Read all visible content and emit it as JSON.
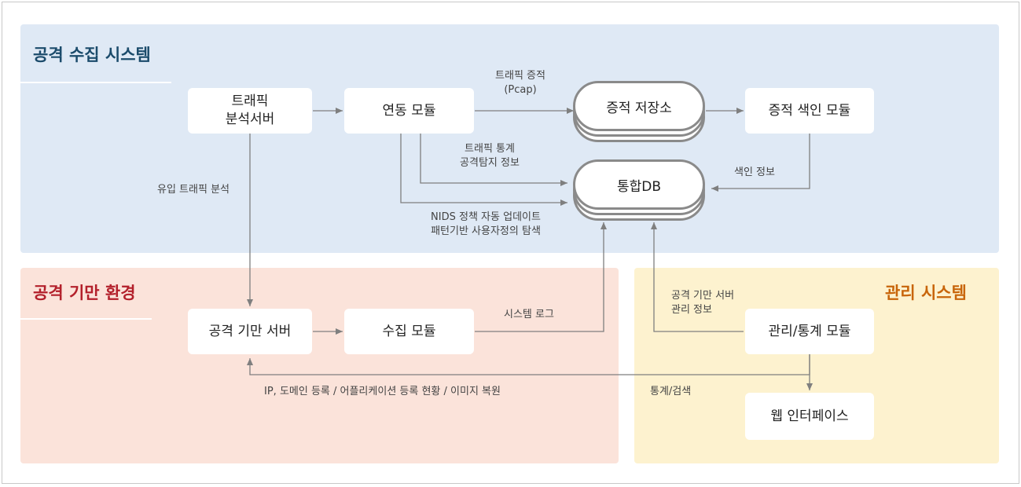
{
  "regions": {
    "collect": "공격 수집 시스템",
    "infra": "공격 기만 환경",
    "manage": "관리 시스템"
  },
  "nodes": {
    "traffic_server": "트래픽\n분석서버",
    "link_module": "연동 모듈",
    "evidence_store": "증적 저장소",
    "evidence_index": "증적 색인 모듈",
    "integrated_db": "통합DB",
    "decoy_server": "공격 기만 서버",
    "collect_module": "수집 모듈",
    "mgmt_module": "관리/통계 모듈",
    "web_ui": "웹 인터페이스"
  },
  "edges": {
    "traffic_evidence": "트래픽 증적\n(Pcap)",
    "traffic_stats": "트래픽 통계\n공격탐지 정보",
    "index_info": "색인 정보",
    "inbound": "유입 트래픽 분석",
    "nids": "NIDS 정책 자동 업데이트\n패턴기반 사용자정의 탐색",
    "syslog": "시스템 로그",
    "decoy_info": "공격 기만 서버\n관리 정보",
    "ip_domain": "IP, 도메인 등록 / 어플리케이션 등록 현황 / 이미지 복원",
    "stats_search": "통계/검색"
  },
  "colors": {
    "collect_bg": "#dfe9f5",
    "infra_bg": "#fbe3da",
    "manage_bg": "#fdf2cf",
    "collect_title": "#1b4b6b",
    "infra_title": "#b3202b",
    "manage_title": "#c8650a",
    "arrow": "#7f7f7f"
  }
}
